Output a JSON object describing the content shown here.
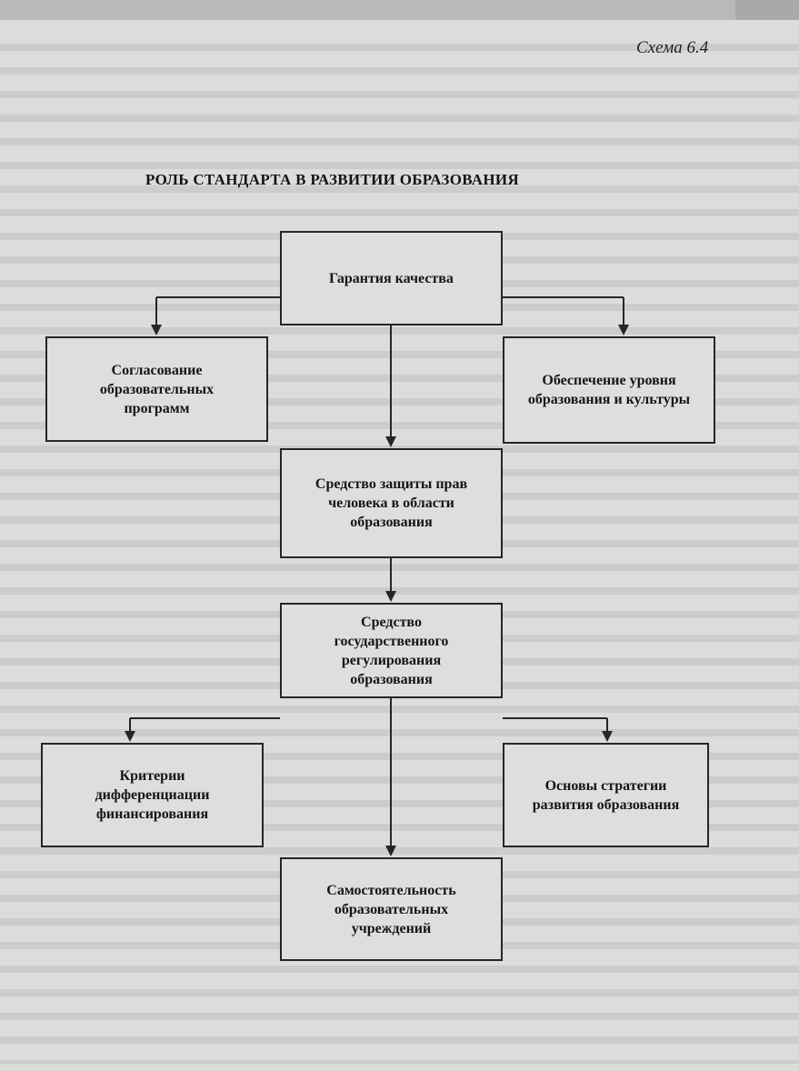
{
  "scheme_label": "Схема 6.4",
  "title": "РОЛЬ СТАНДАРТА В РАЗВИТИИ ОБРАЗОВАНИЯ",
  "boxes": {
    "quality": "Гарантия качества",
    "programs": "Согласование\nобразовательных\nпрограмм",
    "level": "Обеспечение уровня\nобразования и культуры",
    "rights": "Средство защиты прав\nчеловека в области\nобразования",
    "regulation": "Средство\nгосударственного\nрегулирования\nобразования",
    "criteria": "Критерии\nдифференциации\nфинансирования",
    "strategy": "Основы стратегии\nразвития образования",
    "autonomy": "Самостоятельность\nобразовательных\nучреждений"
  },
  "colors": {
    "paper": "#dcdcda",
    "ink": "#262626"
  }
}
